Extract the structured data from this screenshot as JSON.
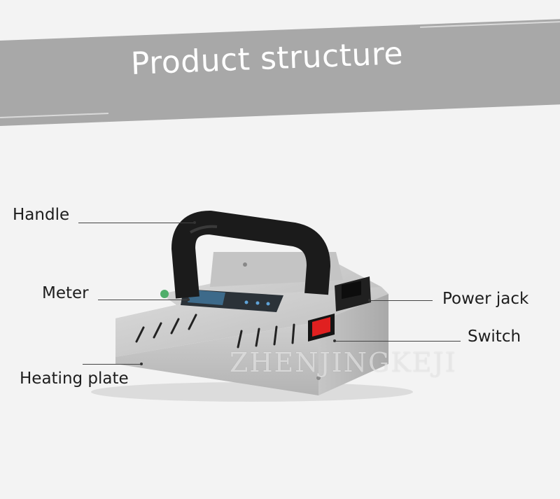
{
  "banner": {
    "title": "Product structure"
  },
  "labels": {
    "handle": "Handle",
    "meter": "Meter",
    "heating_plate": "Heating plate",
    "power_jack": "Power jack",
    "switch": "Switch"
  },
  "watermark": "ZHENJINGKEJI",
  "colors": {
    "banner": "#a8a8a8",
    "body_metal": "#c9c9c9",
    "handle": "#1b1b1b",
    "switch_red": "#e02020"
  }
}
